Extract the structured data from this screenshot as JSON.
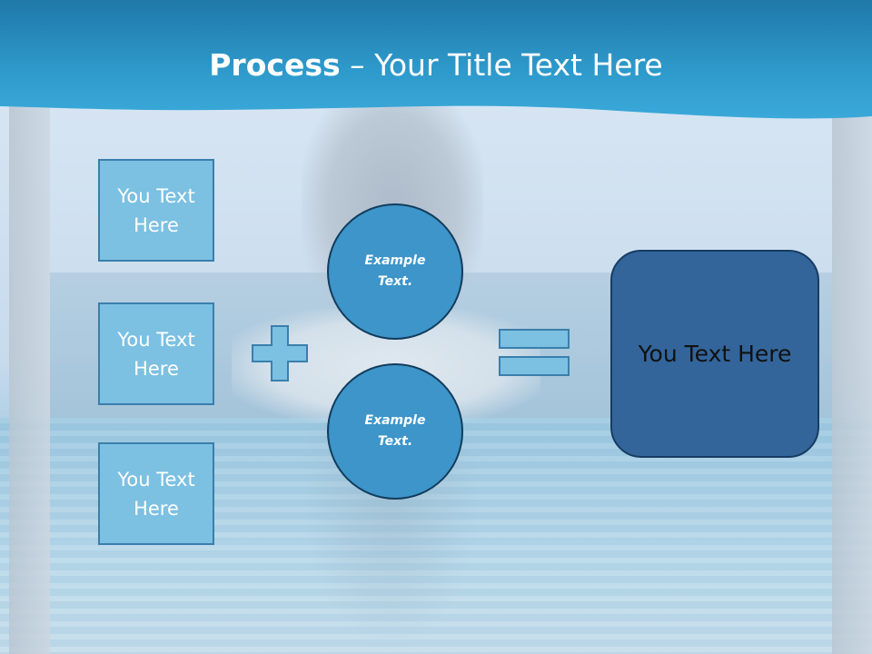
{
  "title": {
    "bold": "Process",
    "rest": " – Your Title Text Here"
  },
  "left_boxes": [
    {
      "line1": "You Text",
      "line2": "Here"
    },
    {
      "line1": "You Text",
      "line2": "Here"
    },
    {
      "line1": "You Text",
      "line2": "Here"
    }
  ],
  "circles": [
    {
      "line1": "Example",
      "line2": "Text."
    },
    {
      "line1": "Example",
      "line2": "Text."
    }
  ],
  "result": {
    "text": "You Text Here"
  },
  "colors": {
    "header": "#2e9acb",
    "box_fill": "#7cc0e2",
    "circle_fill": "#3d95c9",
    "result_fill": "#33659b",
    "operator_fill": "#7cc0e2"
  },
  "icons": {
    "plus": "plus-icon",
    "equals": "equals-icon"
  }
}
